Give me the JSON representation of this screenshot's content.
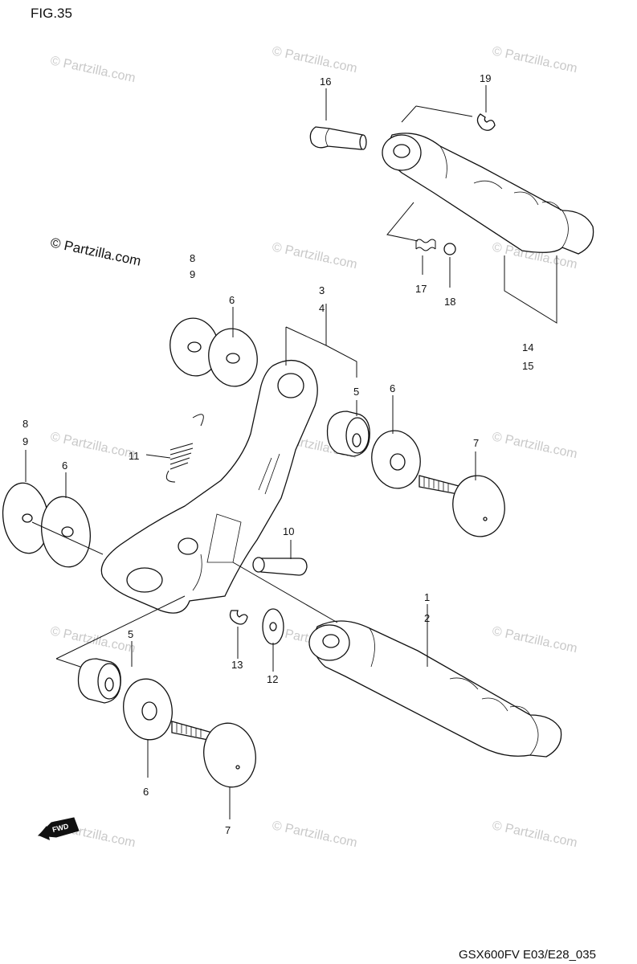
{
  "figure_title": "FIG.35",
  "footer_code": "GSX600FV E03/E28_035",
  "copyright_mark": "© Partzilla.com",
  "watermark_text": "© Partzilla.com",
  "fwd_badge": "FWD",
  "callouts": {
    "c1": "1",
    "c2": "2",
    "c3": "3",
    "c4": "4",
    "c5a": "5",
    "c5b": "5",
    "c6a": "6",
    "c6b": "6",
    "c6c": "6",
    "c6d": "6",
    "c7a": "7",
    "c7b": "7",
    "c8a": "8",
    "c9a": "9",
    "c8b": "8",
    "c9b": "9",
    "c10": "10",
    "c11": "11",
    "c12": "12",
    "c13": "13",
    "c14": "14",
    "c15": "15",
    "c16": "16",
    "c17": "17",
    "c18": "18",
    "c19": "19"
  },
  "colors": {
    "line": "#111111",
    "watermark": "#c9c9c9",
    "background": "#ffffff"
  }
}
